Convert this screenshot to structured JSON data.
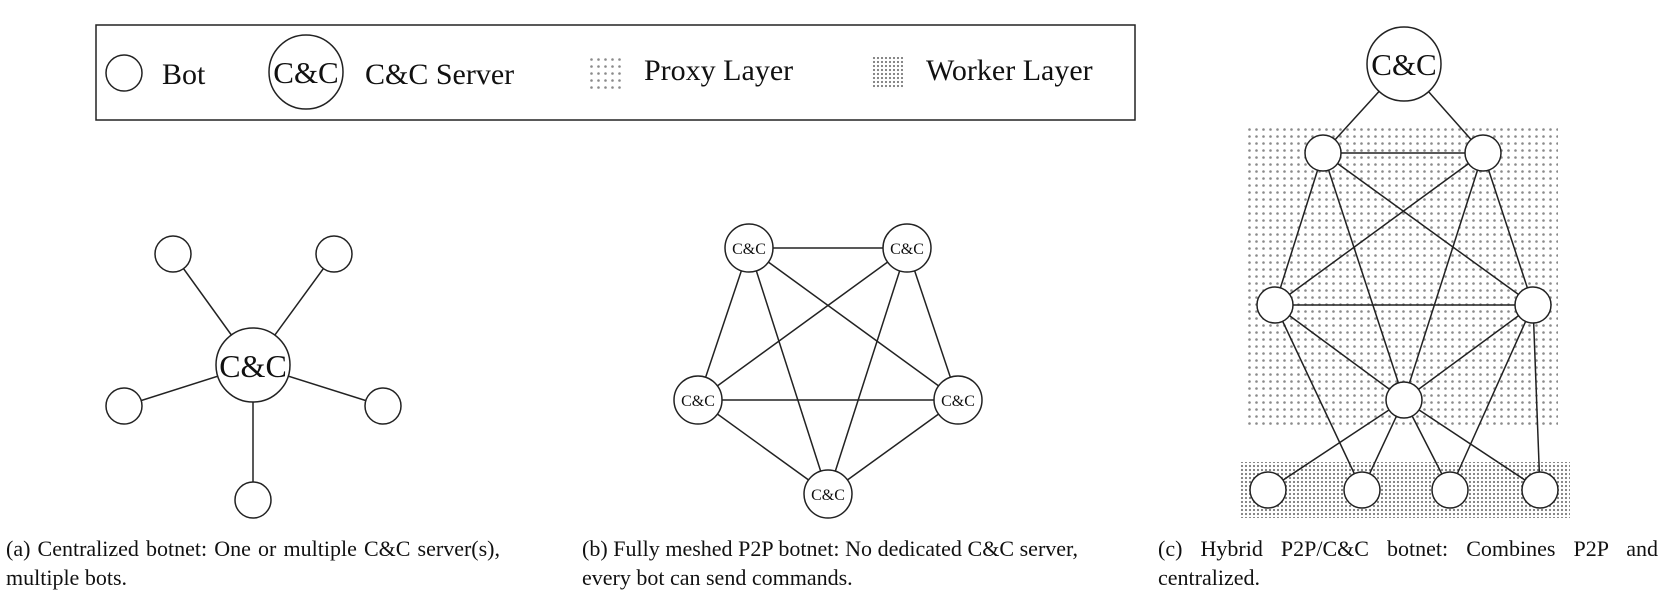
{
  "legend": {
    "bot_label": "Bot",
    "cc_glyph": "C&C",
    "cc_label": "C&C Server",
    "proxy_label": "Proxy Layer",
    "worker_label": "Worker Layer"
  },
  "diagrams": {
    "centralized": {
      "center_label": "C&C",
      "bot_count": 5
    },
    "mesh": {
      "node_label": "C&C",
      "node_count": 5
    },
    "hybrid": {
      "top_label": "C&C",
      "proxy_node_count": 5,
      "worker_node_count": 4
    }
  },
  "captions": {
    "a": "(a) Centralized botnet: One or multiple C&C server(s), multiple bots.",
    "b": "(b) Fully meshed P2P botnet: No dedicated C&C server, every bot can send commands.",
    "c": "(c) Hybrid P2P/C&C botnet: Combines P2P and centralized."
  }
}
